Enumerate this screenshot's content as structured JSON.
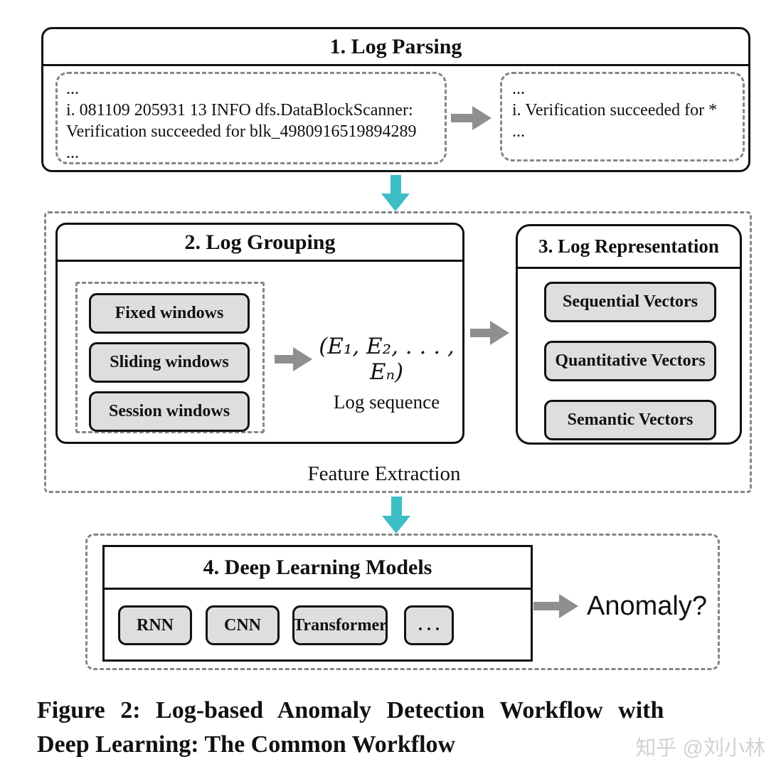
{
  "colors": {
    "accent_arrow": "#3dbec6",
    "gray_arrow": "#8f8f8f",
    "node_fill": "#dedede",
    "dashed_border": "#868686",
    "box_border": "#111111"
  },
  "parsing": {
    "title": "1. Log Parsing",
    "raw_lines": [
      "...",
      "i. 081109 205931 13 INFO dfs.DataBlockScanner:",
      "Verification succeeded for blk_4980916519894289",
      "..."
    ],
    "template_lines": [
      "...",
      "i. Verification succeeded for *",
      "..."
    ]
  },
  "grouping": {
    "title": "2. Log Grouping",
    "window_types": [
      "Fixed windows",
      "Sliding windows",
      "Session windows"
    ],
    "sequence_formula": "(E₁, E₂, . . . , Eₙ)",
    "sequence_caption": "Log sequence"
  },
  "representation": {
    "title": "3. Log Representation",
    "vector_types": [
      "Sequential Vectors",
      "Quantitative Vectors",
      "Semantic Vectors"
    ]
  },
  "feature_extraction_label": "Feature Extraction",
  "models": {
    "title": "4. Deep Learning Models",
    "model_types": [
      "RNN",
      "CNN",
      "Transformer",
      ". . ."
    ]
  },
  "output_label": "Anomaly?",
  "caption": {
    "line1": "Figure 2: Log-based Anomaly Detection Workflow with",
    "line2": "Deep Learning: The Common Workflow"
  },
  "watermark": "知乎 @刘小林"
}
